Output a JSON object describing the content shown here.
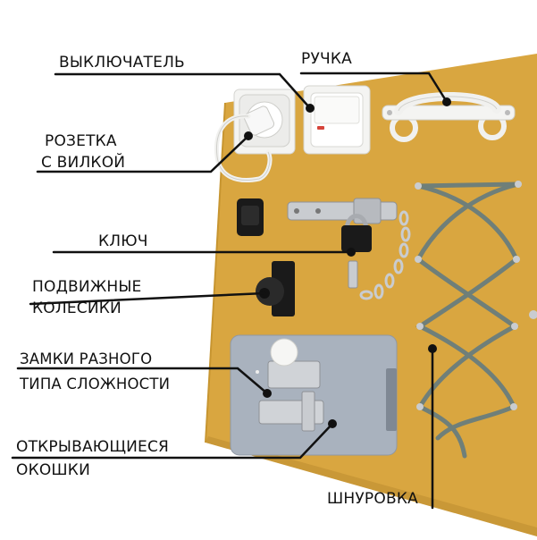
{
  "labels": {
    "switch": "ВЫКЛЮЧАТЕЛЬ",
    "handle": "РУЧКА",
    "socket_line1": "РОЗЕТКА",
    "socket_line2": "С ВИЛКОЙ",
    "key": "КЛЮЧ",
    "wheels_line1": "ПОДВИЖНЫЕ",
    "wheels_line2": "КОЛЕСИКИ",
    "locks_line1": "ЗАМКИ РАЗНОГО",
    "locks_line2": "ТИПА СЛОЖНОСТИ",
    "windows_line1": "ОТКРЫВАЮЩИЕСЯ",
    "windows_line2": "ОКОШКИ",
    "lacing": "ШНУРОВКА"
  },
  "colors": {
    "board": "#d9a640",
    "board_edge": "#b98a2e",
    "plastic_white": "#f4f4f2",
    "lock_panel": "#a9b2be",
    "metal": "#c9ccd0",
    "cord": "#6f7f79",
    "black": "#1a1a1a",
    "indicator_red": "#d6443a"
  }
}
